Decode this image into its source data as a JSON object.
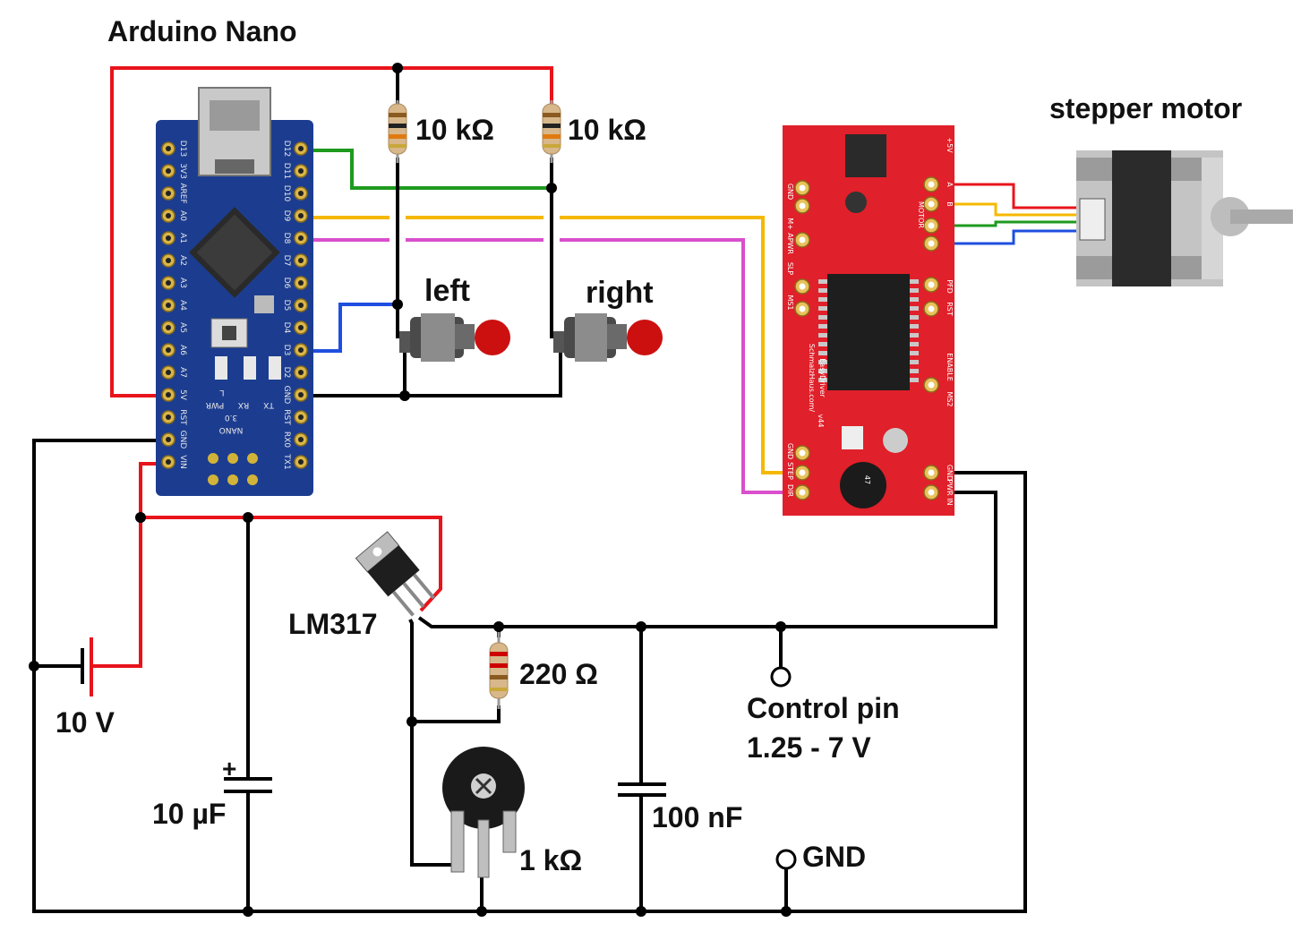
{
  "labels": {
    "arduino": "Arduino Nano",
    "r1": "10 kΩ",
    "r2": "10 kΩ",
    "left": "left",
    "right": "right",
    "stepper": "stepper motor",
    "lm317": "LM317",
    "r220": "220 Ω",
    "control1": "Control pin",
    "control2": "1.25 - 7 V",
    "battery": "10 V",
    "cap_plus": "+",
    "c10": "10 µF",
    "c100": "100 nF",
    "pot": "1 kΩ",
    "gnd": "GND"
  },
  "nano_pins_left": [
    "D13",
    "3V3",
    "AREF",
    "A0",
    "A1",
    "A2",
    "A3",
    "A4",
    "A5",
    "A6",
    "A7",
    "5V",
    "RST",
    "GND",
    "VIN"
  ],
  "nano_pins_right": [
    "D12",
    "D11",
    "D10",
    "D9",
    "D8",
    "D7",
    "D6",
    "D5",
    "D4",
    "D3",
    "D2",
    "GND",
    "RST",
    "RX0",
    "TX1"
  ],
  "nano_board_text": [
    "NANO",
    "3.0",
    "PWR",
    "RX",
    "TX",
    "L"
  ],
  "driver_text": {
    "brand": "SchmalzHaus.com/",
    "model": "EasyDriver",
    "version": "v44",
    "motor": "MOTOR",
    "pins_left": [
      "GND",
      "M+",
      "APWR",
      "SLP",
      "MS1",
      "GND",
      "STEP",
      "DIR"
    ],
    "pins_right": [
      "+5V",
      "A",
      "B",
      "PFD",
      "RST",
      "ENABLE",
      "MS2",
      "GND",
      "PWR IN"
    ],
    "cap": "47"
  },
  "colors": {
    "red": "#e8141b",
    "black": "#000000",
    "green": "#1e9a1e",
    "yellow": "#f5b800",
    "magenta": "#d94fcc",
    "blue": "#1f4fe0",
    "nano_board": "#1c3d8f",
    "driver_board": "#e0202a"
  }
}
